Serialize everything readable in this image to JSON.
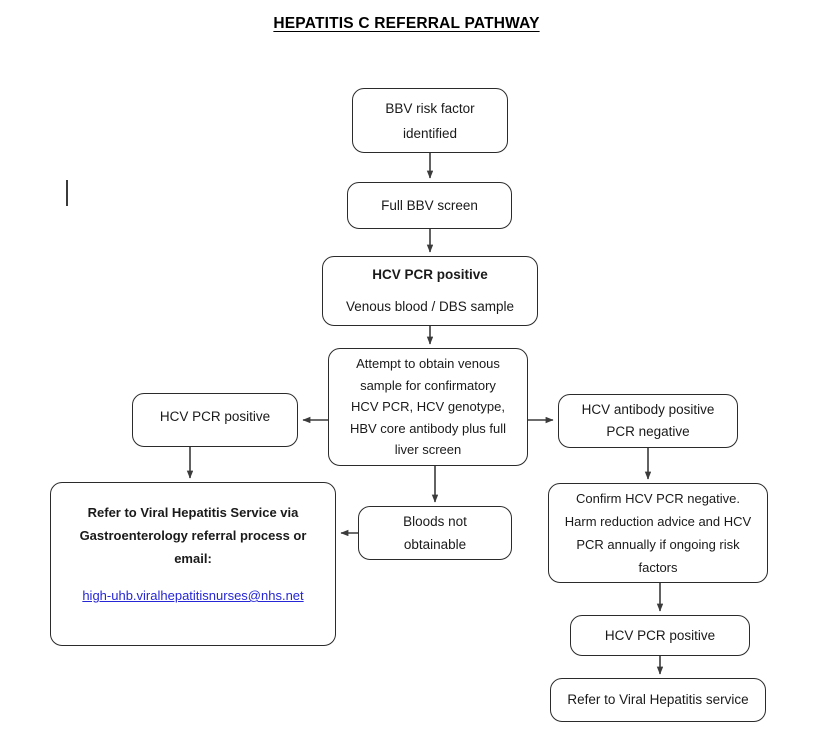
{
  "page": {
    "title": "HEPATITIS C REFERRAL PATHWAY",
    "background_color": "#ffffff",
    "line_color": "#2b2b2b",
    "link_color": "#2626d6"
  },
  "nodes": {
    "bbv_risk": {
      "line1": "BBV risk factor",
      "line2": "identified"
    },
    "full_screen": {
      "line1": "Full BBV screen"
    },
    "hcv_pcr_positive_top": {
      "line1": "HCV PCR positive",
      "line2": "Venous blood / DBS sample"
    },
    "attempt_venous": {
      "line1": "Attempt to obtain venous",
      "line2": "sample for confirmatory",
      "line3": "HCV PCR, HCV genotype,",
      "line4": "HBV core antibody plus full",
      "line5": "liver screen"
    },
    "left_pcr_positive": {
      "line1": "HCV PCR positive"
    },
    "antibody_positive": {
      "line1": "HCV antibody positive",
      "line2": "PCR negative"
    },
    "bloods_not_obtainable": {
      "line1": "Bloods not",
      "line2": "obtainable"
    },
    "refer_service": {
      "line1": "Refer to Viral Hepatitis Service via",
      "line2": "Gastroenterology referral process or",
      "line3": "email:",
      "email": "high-uhb.viralhepatitisnurses@nhs.net"
    },
    "confirm_negative": {
      "line1": "Confirm HCV PCR negative.",
      "line2": "Harm reduction advice and HCV",
      "line3": "PCR annually if ongoing risk",
      "line4": "factors"
    },
    "right_pcr_positive": {
      "line1": "HCV PCR positive"
    },
    "refer_viral_service": {
      "line1": "Refer to Viral Hepatitis service"
    }
  },
  "connectors": [
    {
      "name": "bbv-risk-to-full-screen",
      "direction": "down"
    },
    {
      "name": "full-screen-to-hcv-pcr-positive",
      "direction": "down"
    },
    {
      "name": "hcv-pcr-positive-to-attempt-venous",
      "direction": "down"
    },
    {
      "name": "attempt-venous-to-left-pcr-positive",
      "direction": "left"
    },
    {
      "name": "attempt-venous-to-antibody-positive",
      "direction": "right"
    },
    {
      "name": "attempt-venous-to-bloods-not-obtainable",
      "direction": "down"
    },
    {
      "name": "left-pcr-positive-to-refer-service",
      "direction": "down"
    },
    {
      "name": "bloods-not-obtainable-to-refer-service",
      "direction": "left"
    },
    {
      "name": "antibody-positive-to-confirm-negative",
      "direction": "down"
    },
    {
      "name": "confirm-negative-to-right-pcr-positive",
      "direction": "down"
    },
    {
      "name": "right-pcr-positive-to-refer-viral-service",
      "direction": "down"
    }
  ]
}
